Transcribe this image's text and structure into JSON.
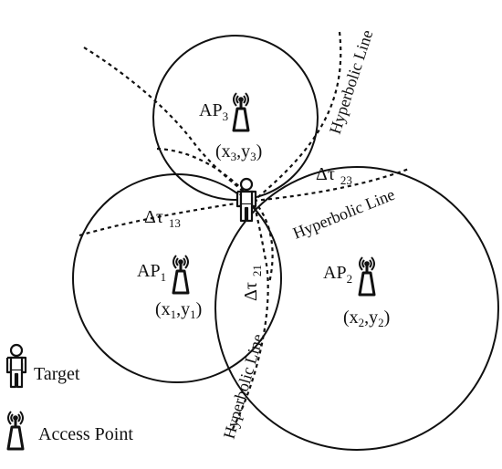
{
  "access_points": [
    {
      "id": "ap1",
      "name": "AP",
      "index": "1",
      "coord": {
        "x": "x",
        "xs": "1",
        "y": "y",
        "ys": "1"
      }
    },
    {
      "id": "ap2",
      "name": "AP",
      "index": "2",
      "coord": {
        "x": "x",
        "xs": "2",
        "y": "y",
        "ys": "2"
      }
    },
    {
      "id": "ap3",
      "name": "AP",
      "index": "3",
      "coord": {
        "x": "x",
        "xs": "3",
        "y": "y",
        "ys": "3"
      }
    }
  ],
  "delays": {
    "d13": {
      "sym": "Δτ",
      "sub": "13"
    },
    "d23": {
      "sym": "Δτ",
      "sub": "23"
    },
    "d21": {
      "sym": "Δτ",
      "sub": "21"
    }
  },
  "hyperbolic_label": "Hyperbolic Line",
  "legend": {
    "target": "Target",
    "access_point": "Access Point"
  },
  "colors": {
    "stroke": "#111111",
    "background": "#ffffff"
  },
  "icons": [
    "person-icon",
    "antenna-icon"
  ]
}
